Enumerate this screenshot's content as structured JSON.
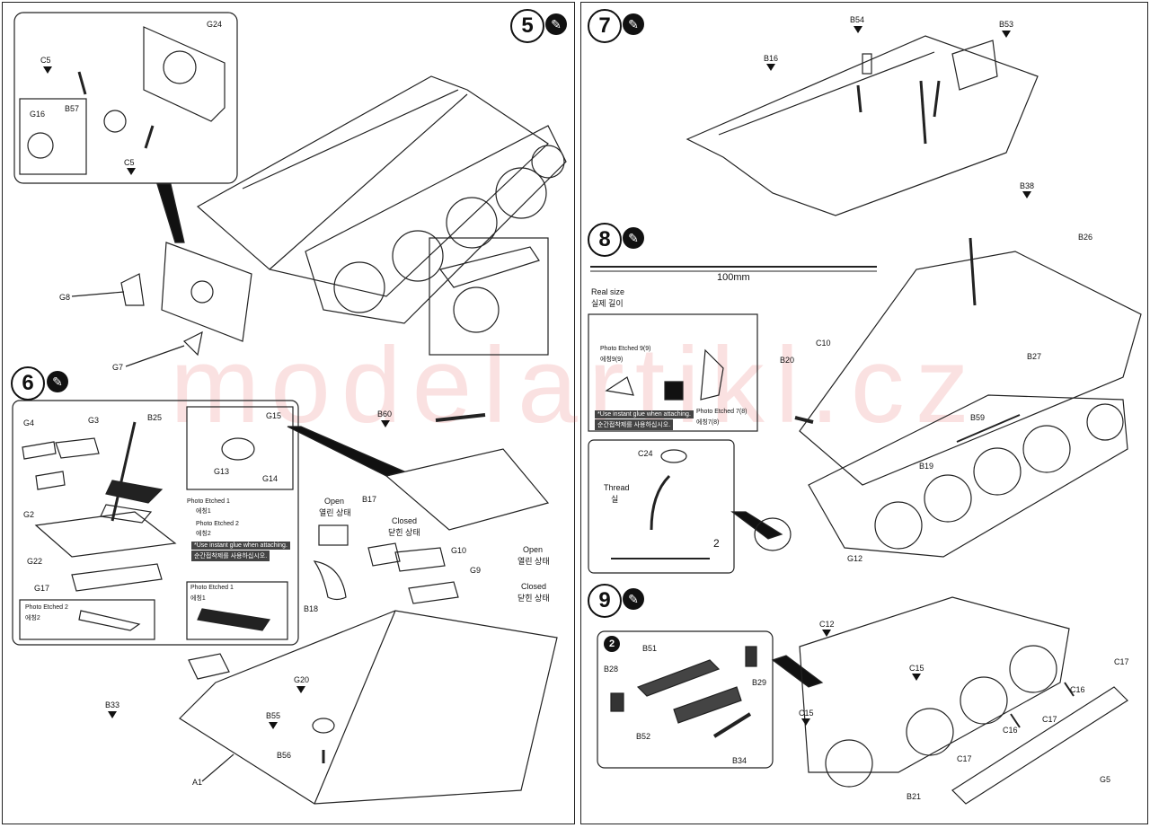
{
  "watermark": "modelartikl.cz",
  "steps": {
    "s5": "5",
    "s6": "6",
    "s7": "7",
    "s8": "8",
    "s9": "9"
  },
  "glue_symbol": "glue-icon",
  "step5": {
    "labels": {
      "g24": "G24",
      "c5a": "C5",
      "c5b": "C5",
      "g16": "G16",
      "b57": "B57",
      "g8": "G8",
      "g7": "G7"
    }
  },
  "step6": {
    "labels": {
      "g4": "G4",
      "g3": "G3",
      "b25": "B25",
      "g15": "G15",
      "g13": "G13",
      "g14": "G14",
      "g2": "G2",
      "g22": "G22",
      "g17": "G17",
      "pe1": "Photo Etched 1",
      "pe1k": "에칭1",
      "pe2": "Photo Etched 2",
      "pe2k": "에칭2",
      "warn1": "*Use instant glue when attaching.",
      "warn1k": "순간접착제를 사용하십시오.",
      "pe2b": "Photo Etched 2",
      "pe2bk": "에칭2",
      "pe1b": "Photo Etched 1",
      "pe1bk": "에칭1",
      "b60": "B60",
      "b17": "B17",
      "open1": "Open",
      "open1k": "열린 상태",
      "closed1": "Closed",
      "closed1k": "닫힌 상태",
      "g10": "G10",
      "g9": "G9",
      "open2": "Open",
      "open2k": "열린 상태",
      "closed2": "Closed",
      "closed2k": "닫힌 상태",
      "b18": "B18",
      "b33": "B33",
      "g20": "G20",
      "b55": "B55",
      "b56": "B56",
      "a1": "A1"
    }
  },
  "step7": {
    "labels": {
      "b54": "B54",
      "b53": "B53",
      "b16": "B16",
      "b38": "B38"
    }
  },
  "step8": {
    "labels": {
      "b26": "B26",
      "measure": "100mm",
      "realsize": "Real size",
      "realsizek": "실제 길이",
      "pe9": "Photo Etched 9(9)",
      "pe9k": "에칭9(9)",
      "pe7": "Photo Etched 7(8)",
      "pe7k": "에칭7(8)",
      "warn2": "*Use instant glue when attaching.",
      "warn2k": "순간접착제를 사용하십시오.",
      "c10": "C10",
      "b20": "B20",
      "b27": "B27",
      "b59": "B59",
      "b19": "B19",
      "g12": "G12",
      "c24": "C24",
      "thread": "Thread",
      "threadk": "실",
      "count": "2"
    }
  },
  "step9": {
    "labels": {
      "c12": "C12",
      "c15a": "C15",
      "c15b": "C15",
      "c17a": "C17",
      "c16a": "C16",
      "c17b": "C17",
      "c16b": "C16",
      "c17c": "C17",
      "g5": "G5",
      "b21": "B21",
      "sub": "2",
      "b51": "B51",
      "b28": "B28",
      "b29": "B29",
      "b52": "B52",
      "b34": "B34"
    }
  }
}
